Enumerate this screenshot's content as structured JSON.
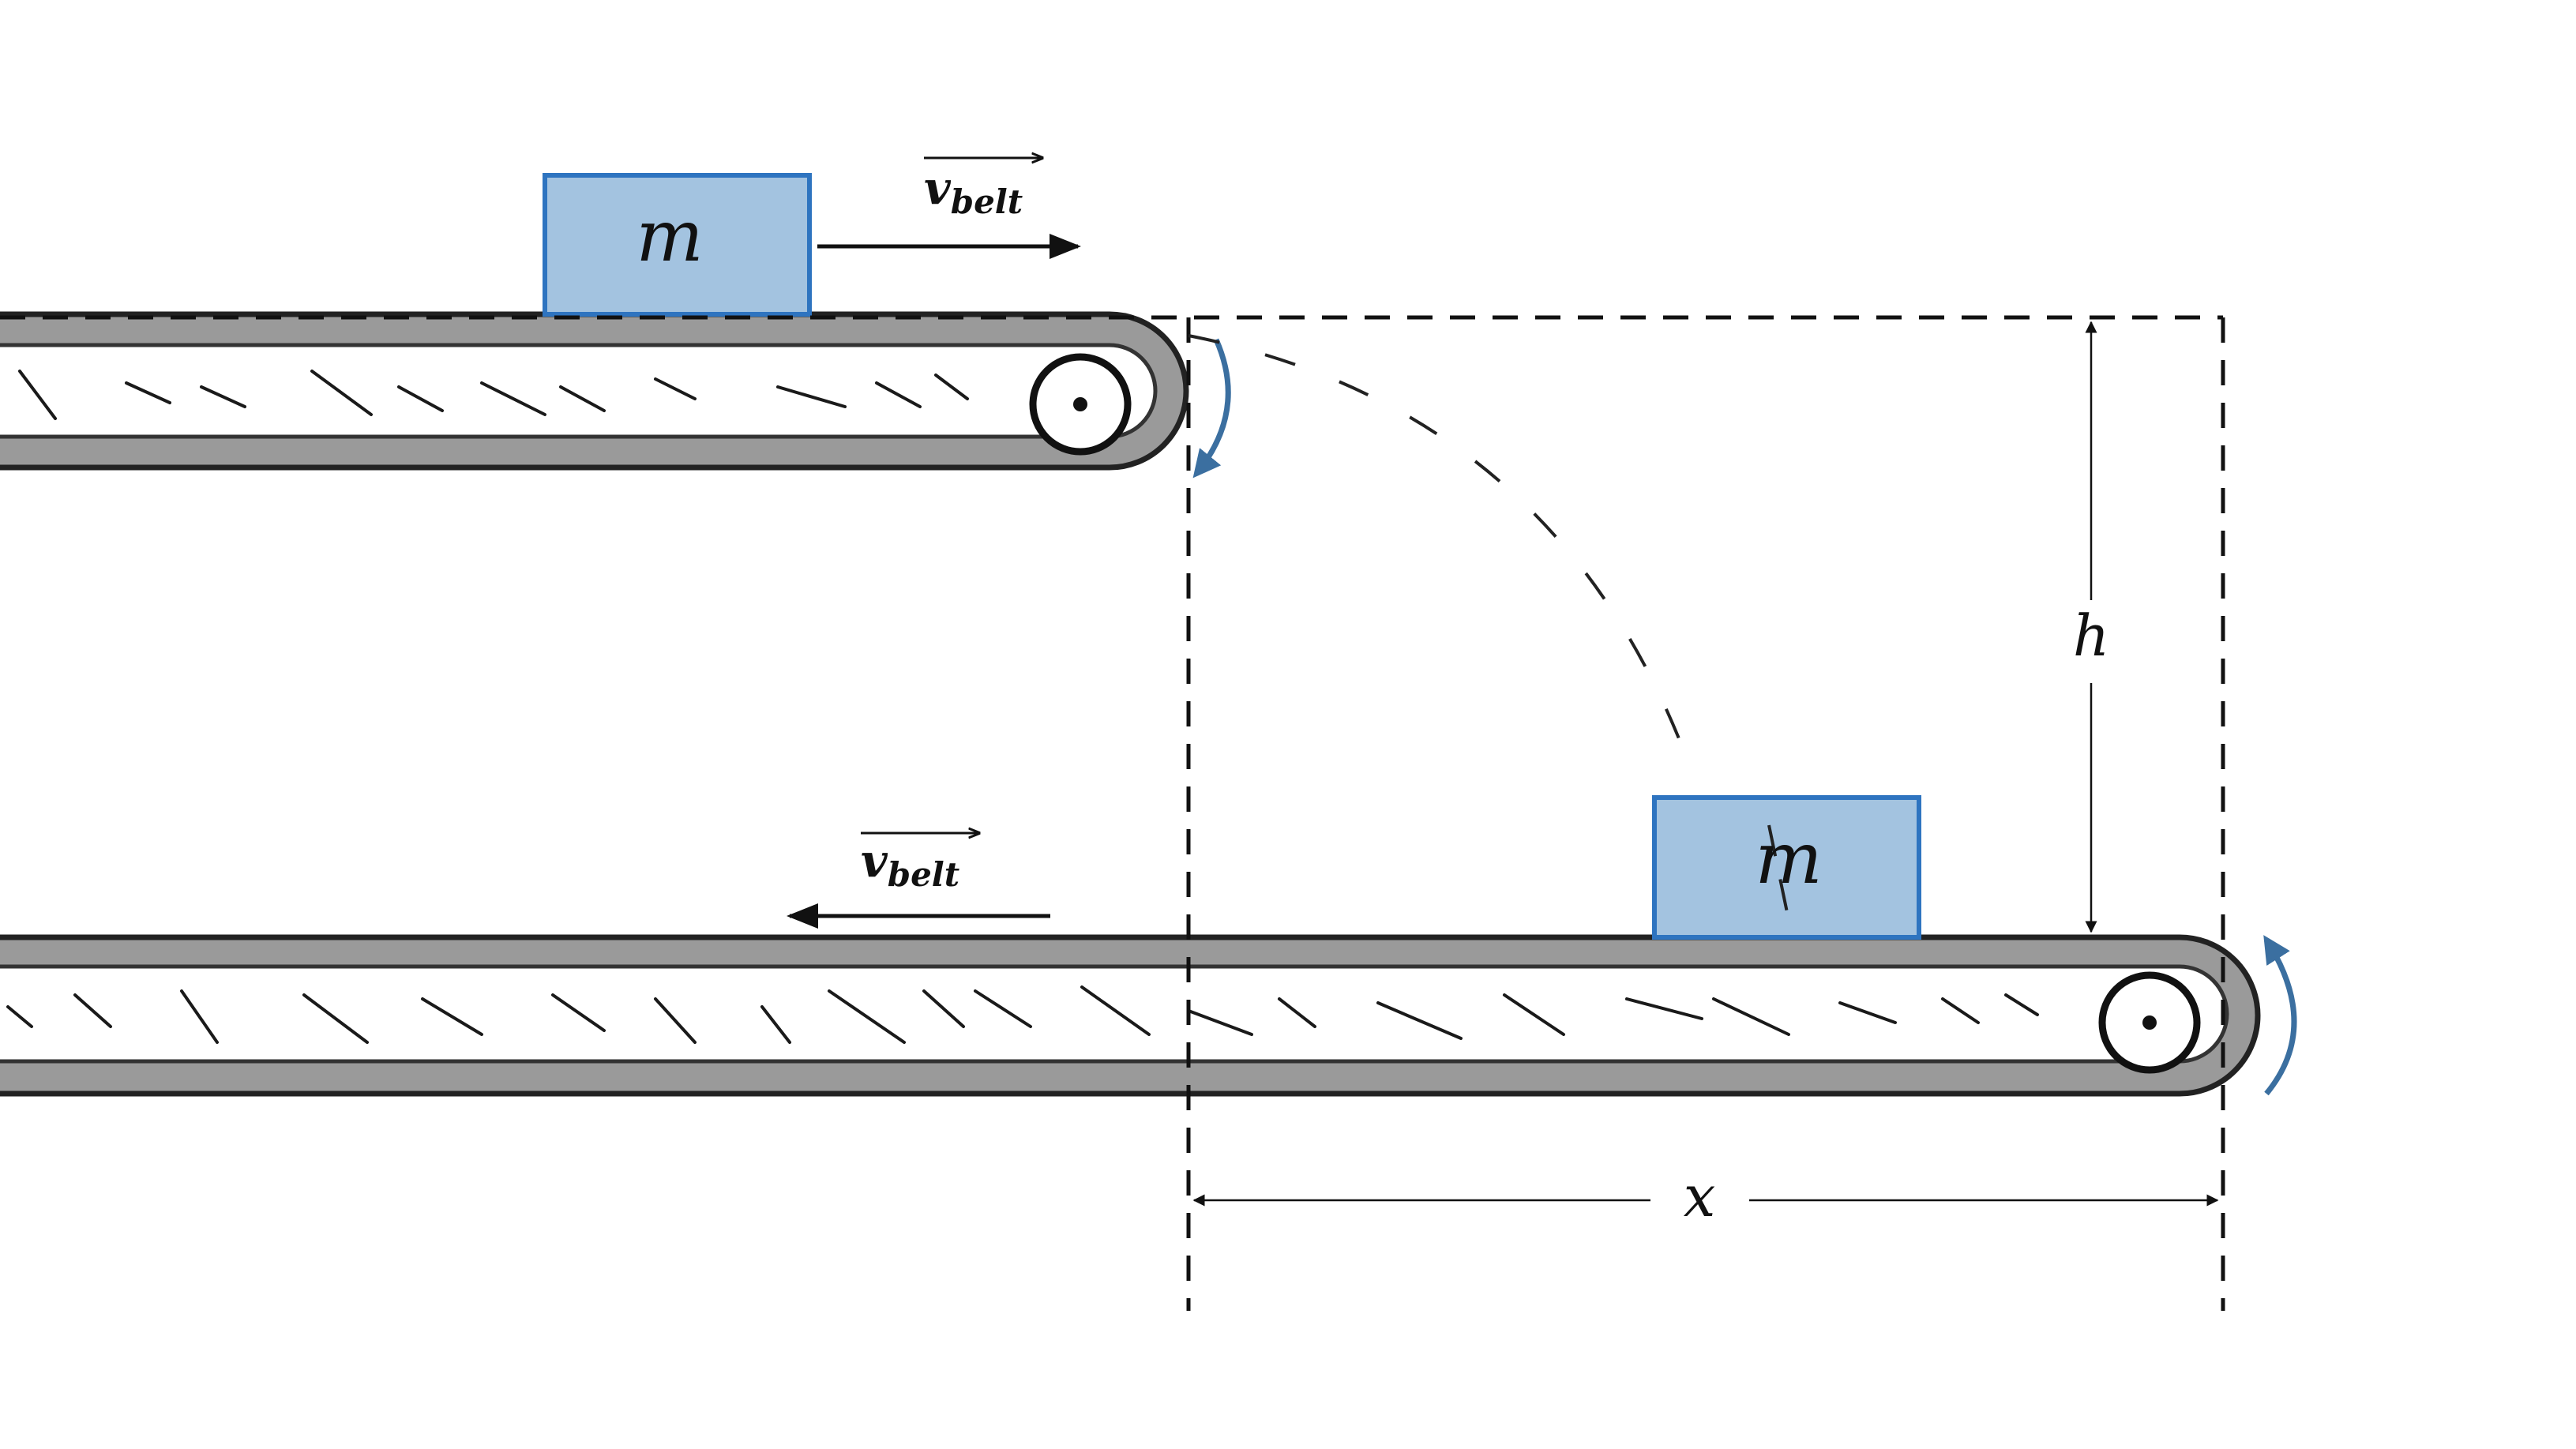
{
  "labels": {
    "top_mass": "m",
    "bottom_mass": "m",
    "top_velocity_main": "v",
    "top_velocity_sub": "belt",
    "bottom_velocity_main": "v",
    "bottom_velocity_sub": "belt",
    "height": "h",
    "distance": "x"
  },
  "colors": {
    "box_fill": "#a3c3e0",
    "box_stroke": "#2e74c0",
    "rotation_arrow": "#3b6fa0",
    "belt_gray": "#9a9a9a",
    "ink": "#111111"
  },
  "icons": {
    "velocity_arrow": "arrow-right",
    "velocity_arrow_bottom": "arrow-left",
    "rotation_top": "curved-arrow-clockwise",
    "rotation_bottom": "curved-arrow-counterclockwise"
  }
}
